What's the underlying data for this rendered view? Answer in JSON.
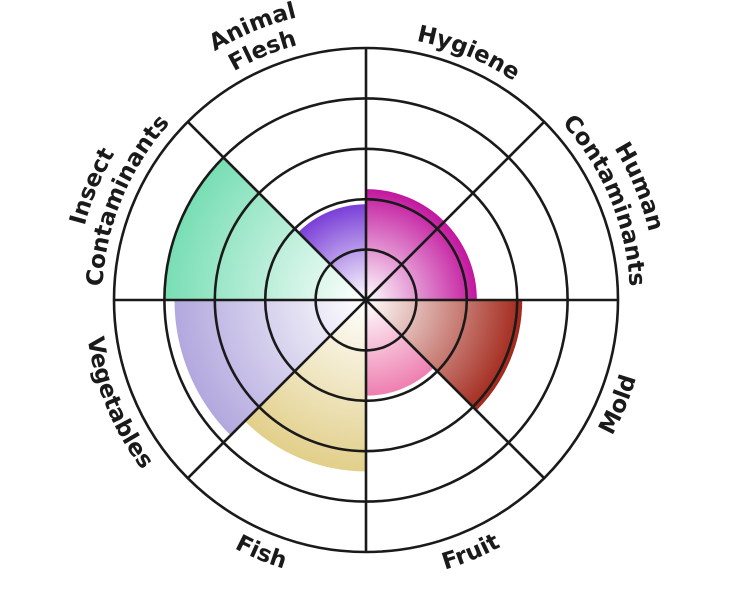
{
  "chart_data": {
    "type": "polar-area",
    "rings": 5,
    "max_value": 5,
    "categories": [
      {
        "name": "Hygiene",
        "value": 2.2,
        "color": "#c2179e"
      },
      {
        "name": "Human Contaminants",
        "value": 2.2,
        "color": "#c2179e"
      },
      {
        "name": "Mold",
        "value": 3.1,
        "color": "#a3281b"
      },
      {
        "name": "Fruit",
        "value": 1.9,
        "color": "#ee7fb0"
      },
      {
        "name": "Fish",
        "value": 3.4,
        "color": "#e2cf8a"
      },
      {
        "name": "Vegetables",
        "value": 3.8,
        "color": "#b2a8de"
      },
      {
        "name": "Insect Contaminants",
        "value": 4.0,
        "color": "#78deb4"
      },
      {
        "name": "Animal Flesh",
        "value": 1.9,
        "color": "#7a3fd8"
      }
    ]
  }
}
